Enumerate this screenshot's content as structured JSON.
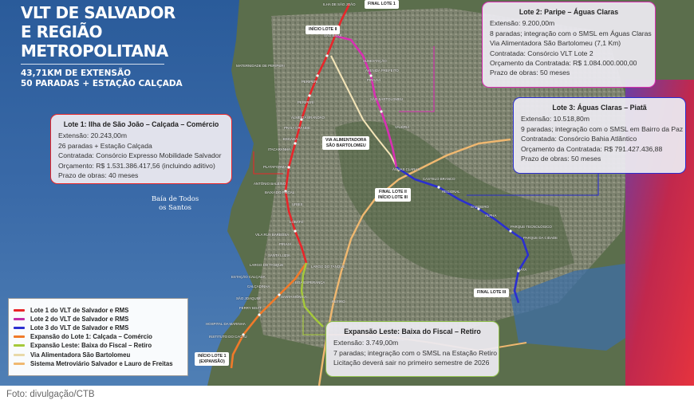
{
  "title": {
    "line1": "VLT DE SALVADOR",
    "line2": "E REGIÃO",
    "line3": "METROPOLITANA",
    "sub1": "43,71KM DE EXTENSÃO",
    "sub2": "50 PARADAS + ESTAÇÃO CALÇADA"
  },
  "colors": {
    "lote1": "#e8262a",
    "lote2": "#d92fb3",
    "lote3": "#2b2fd0",
    "expansao_lote1": "#f07a2a",
    "expansao_leste": "#a5c93a",
    "via_alimentadora": "#f5e6b8",
    "metro": "#f0b870"
  },
  "boxes": {
    "lote1": {
      "title": "Lote 1: Ilha de São João – Calçada – Comércio",
      "lines": [
        "Extensão: 20.243,00m",
        "26 paradas + Estação Calçada",
        "Contratada: Consórcio Expresso Mobilidade Salvador",
        "Orçamento: R$ 1.531.386.417,56 (incluindo aditivo)",
        "Prazo de obras: 40 meses"
      ]
    },
    "lote2": {
      "title": "Lote 2: Paripe – Águas Claras",
      "lines": [
        "Extensão: 9.200,00m",
        "8 paradas; integração com o SMSL em Águas Claras",
        "Via Alimentadora São Bartolomeu (7,1 Km)",
        "Contratada: Consórcio VLT Lote 2",
        "Orçamento da Contratada: R$ 1.084.000.000,00",
        "Prazo de obras: 50 meses"
      ]
    },
    "lote3": {
      "title": "Lote 3: Águas Claras – Piatã",
      "lines": [
        "Extensão: 10.518,80m",
        "9 paradas; integração com o SMSL em Bairro da Paz",
        "Contratada: Consórcio Bahia Atlântico",
        "Orçamento da Contratada: R$ 791.427.436,88",
        "Prazo de obras: 50 meses"
      ]
    },
    "leste": {
      "title": "Expansão Leste: Baixa do Fiscal – Retiro",
      "lines": [
        "Extensão: 3.749,00m",
        "7 paradas; integração com o SMSL na Estação Retiro",
        "Licitação deverá sair no primeiro semestre de 2026"
      ]
    }
  },
  "tags": {
    "final_lote1": "FINAL LOTE 1",
    "inicio_lote2": "INÍCIO LOTE II",
    "via_alimentadora": "VIA ALIMENTADORA\nSÃO BARTOLOMEU",
    "final_lote2": "FINAL LOTE II\nINÍCIO LOTE III",
    "final_lote3": "FINAL LOTE III",
    "inicio_lote1": "INÍCIO LOTE 1\n(EXPANSÃO)"
  },
  "bay": "Baía de Todos\nos Santos",
  "legend": [
    {
      "label": "Lote 1 do VLT de Salvador e RMS",
      "color": "#e8262a"
    },
    {
      "label": "Lote 2 do VLT de Salvador e RMS",
      "color": "#c22ca8"
    },
    {
      "label": "Lote 3 do VLT de Salvador e RMS",
      "color": "#2b2fd0"
    },
    {
      "label": "Expansão do Lote 1: Calçada – Comércio",
      "color": "#f07a2a"
    },
    {
      "label": "Expansão Leste: Baixa do Fiscal – Retiro",
      "color": "#a5c93a"
    },
    {
      "label": "Via Alimentadora São Bartolomeu",
      "color": "#e9d9a8"
    },
    {
      "label": "Sistema Metroviário Salvador e Lauro de Freitas",
      "color": "#f0b870"
    }
  ],
  "caption": "Foto: divulgação/CTB"
}
